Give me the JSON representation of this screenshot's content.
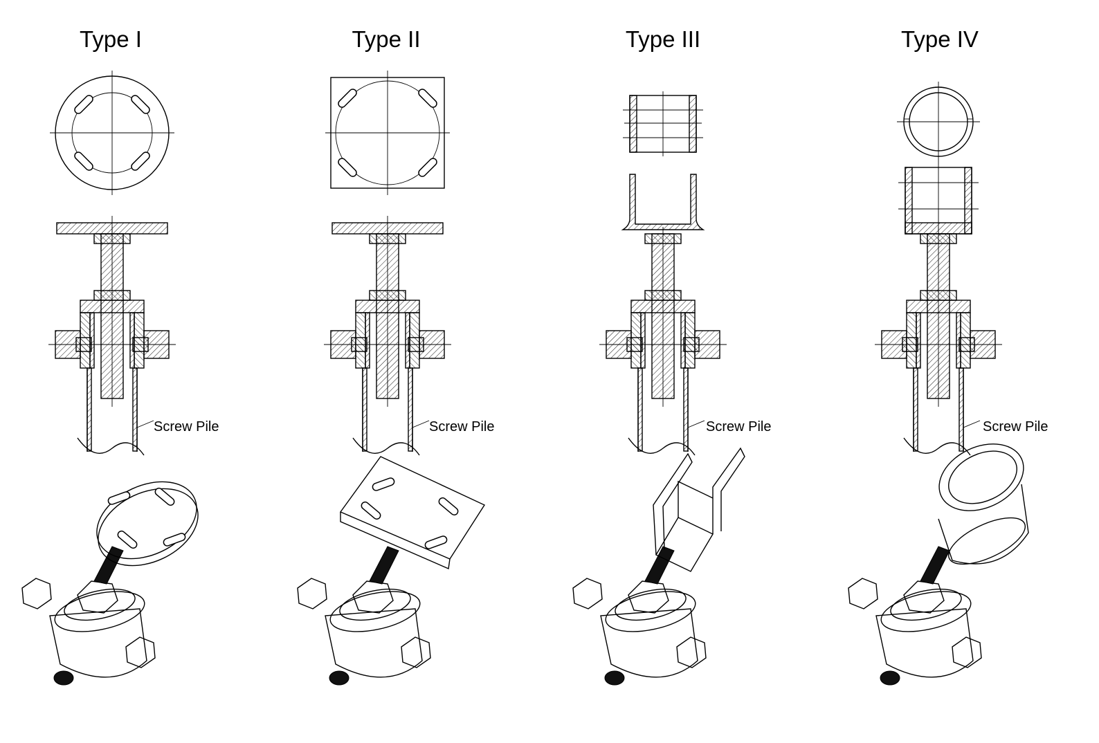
{
  "types": [
    {
      "id": "I",
      "title": "Type I",
      "pile_label": "Screw Pile",
      "top_shape": "round-plate"
    },
    {
      "id": "II",
      "title": "Type II",
      "pile_label": "Screw Pile",
      "top_shape": "square-plate"
    },
    {
      "id": "III",
      "title": "Type III",
      "pile_label": "Screw Pile",
      "top_shape": "u-bracket"
    },
    {
      "id": "IV",
      "title": "Type IV",
      "pile_label": "Screw Pile",
      "top_shape": "tube-sleeve"
    }
  ],
  "colors": {
    "line": "#000000",
    "background": "#ffffff"
  }
}
